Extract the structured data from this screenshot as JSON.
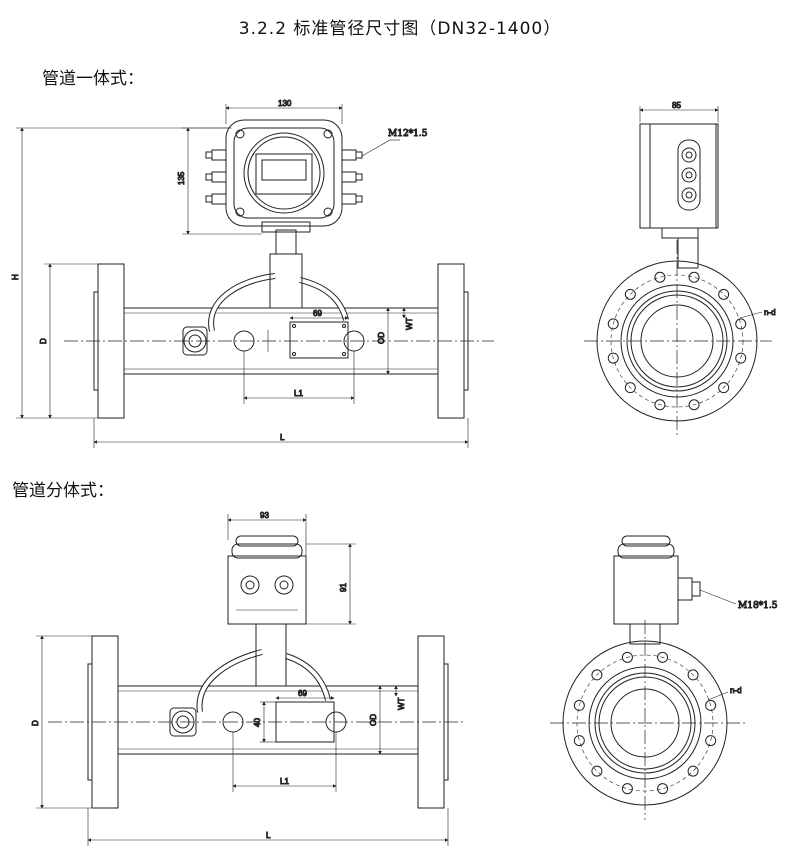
{
  "title": "3.2.2 标准管径尺寸图（DN32-1400）",
  "sections": {
    "integrated": {
      "heading": "管道一体式：",
      "labels": {
        "head_width": "130",
        "head_height": "135",
        "thread": "M12*1.5",
        "side_width": "85",
        "plate_width": "69",
        "wall": "WT",
        "outer_dia": "OD",
        "dia": "D",
        "height": "H",
        "spacing": "L1",
        "length": "L",
        "bolts": "n-d"
      }
    },
    "split": {
      "heading": "管道分体式：",
      "labels": {
        "head_width": "93",
        "head_height": "91",
        "thread": "M18*1.5",
        "plate_width": "69",
        "plate_height": "40",
        "wall": "WT",
        "outer_dia": "OD",
        "dia": "D",
        "spacing": "L1",
        "length": "L",
        "bolts": "n-d"
      }
    }
  }
}
